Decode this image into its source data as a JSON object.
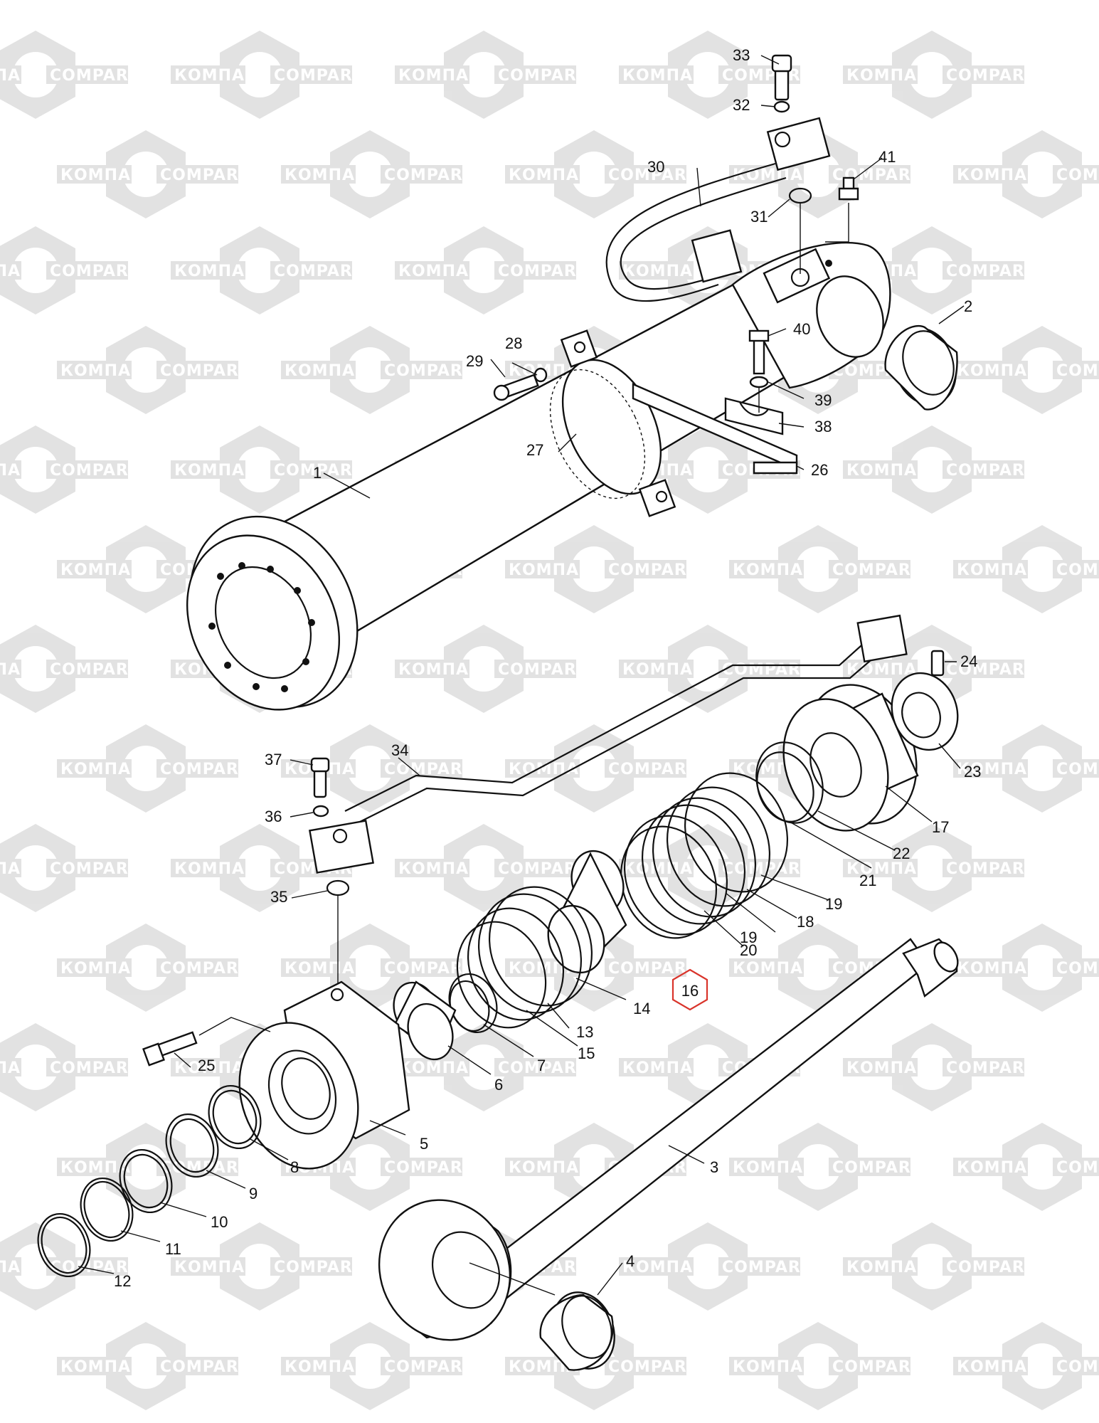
{
  "watermark": {
    "text_ru": "КОМПАРТ",
    "text_en": "COMPART",
    "color": "#d9d9d9"
  },
  "highlight": {
    "label": "16",
    "color": "#d9342b"
  },
  "callouts": [
    {
      "id": "33",
      "label": "33"
    },
    {
      "id": "32",
      "label": "32"
    },
    {
      "id": "41",
      "label": "41"
    },
    {
      "id": "30",
      "label": "30"
    },
    {
      "id": "31",
      "label": "31"
    },
    {
      "id": "2",
      "label": "2"
    },
    {
      "id": "40",
      "label": "40"
    },
    {
      "id": "28",
      "label": "28"
    },
    {
      "id": "29",
      "label": "29"
    },
    {
      "id": "39",
      "label": "39"
    },
    {
      "id": "38",
      "label": "38"
    },
    {
      "id": "27",
      "label": "27"
    },
    {
      "id": "26",
      "label": "26"
    },
    {
      "id": "1",
      "label": "1"
    },
    {
      "id": "24",
      "label": "24"
    },
    {
      "id": "34",
      "label": "34"
    },
    {
      "id": "37",
      "label": "37"
    },
    {
      "id": "23",
      "label": "23"
    },
    {
      "id": "36",
      "label": "36"
    },
    {
      "id": "17",
      "label": "17"
    },
    {
      "id": "22",
      "label": "22"
    },
    {
      "id": "21",
      "label": "21"
    },
    {
      "id": "19a",
      "label": "19"
    },
    {
      "id": "18",
      "label": "18"
    },
    {
      "id": "19b",
      "label": "19"
    },
    {
      "id": "20",
      "label": "20"
    },
    {
      "id": "35",
      "label": "35"
    },
    {
      "id": "14",
      "label": "14"
    },
    {
      "id": "13",
      "label": "13"
    },
    {
      "id": "15",
      "label": "15"
    },
    {
      "id": "7",
      "label": "7"
    },
    {
      "id": "6",
      "label": "6"
    },
    {
      "id": "25",
      "label": "25"
    },
    {
      "id": "5",
      "label": "5"
    },
    {
      "id": "8",
      "label": "8"
    },
    {
      "id": "9",
      "label": "9"
    },
    {
      "id": "10",
      "label": "10"
    },
    {
      "id": "11",
      "label": "11"
    },
    {
      "id": "12",
      "label": "12"
    },
    {
      "id": "3",
      "label": "3"
    },
    {
      "id": "4",
      "label": "4"
    }
  ]
}
